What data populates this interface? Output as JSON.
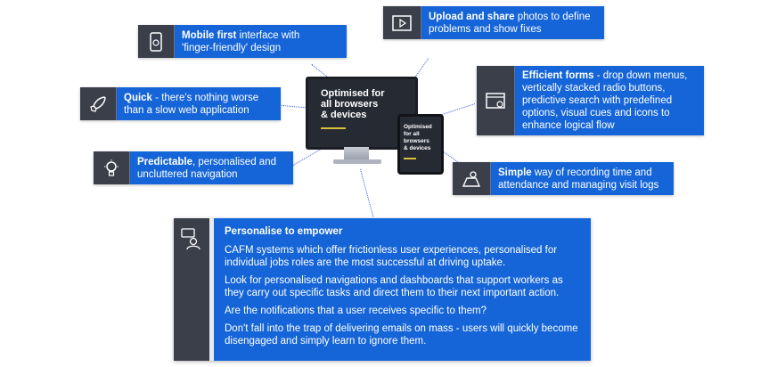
{
  "monitor": {
    "label_line1": "Optimised for",
    "label_line2": "all browsers",
    "label_line3": "& devices"
  },
  "tablet": {
    "label_line1": "Optimised",
    "label_line2": "for all",
    "label_line3": "browsers",
    "label_line4": "& devices"
  },
  "cards": {
    "mobile": {
      "bold": "Mobile first",
      "rest": " interface with",
      "line2": "'finger-friendly' design",
      "icon": "mobile-touch-icon"
    },
    "quick": {
      "bold": "Quick",
      "rest": " - there's nothing worse",
      "line2": "than a slow web application",
      "icon": "rocket-icon"
    },
    "predictable": {
      "bold": "Predictable",
      "rest": ", personalised and",
      "line2": "uncluttered navigation",
      "icon": "lightbulb-icon"
    },
    "upload": {
      "bold": "Upload and share",
      "rest": " photos to define",
      "line2": "problems and show fixes",
      "icon": "video-player-icon"
    },
    "forms": {
      "bold": "Efficient forms",
      "rest": " - drop down menus,",
      "lines": [
        "vertically stacked radio buttons,",
        "predictive search with predefined",
        "options, visual cues and icons to",
        "enhance logical flow"
      ],
      "icon": "form-window-icon"
    },
    "simple": {
      "bold": "Simple",
      "rest": " way of recording time and",
      "line2": "attendance and managing visit logs",
      "icon": "map-pin-icon"
    }
  },
  "personalise": {
    "title": "Personalise to empower",
    "p1": "CAFM systems which offer frictionless user experiences, personalised for individual jobs roles are the most successful at driving uptake.",
    "p2": "Look for personalised navigations and dashboards that support workers as they carry out specific tasks and direct them to their next important action.",
    "p3": "Are the notifications that a user receives specific to them?",
    "p4": "Don't fall into the trap of delivering emails on mass - users will quickly become disengaged and simply learn to ignore them.",
    "icon": "user-chat-icon"
  },
  "colors": {
    "card_blue": "#1565d8",
    "icon_dark": "#3b3f4a",
    "monitor_dark": "#262a33",
    "accent_yellow": "#d8c03a"
  }
}
